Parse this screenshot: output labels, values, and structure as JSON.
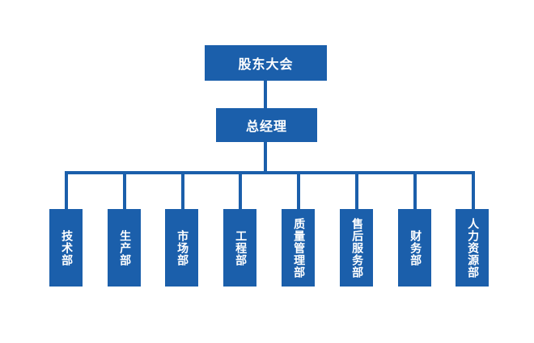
{
  "chart_data": {
    "type": "diagram",
    "subtype": "organization-chart",
    "title": "",
    "orientation": "top-down",
    "accent_color": "#1b5fab",
    "text_color": "#ffffff",
    "background_color": "#ffffff",
    "levels": 3,
    "nodes": [
      {
        "id": "n0",
        "label": "股东大会",
        "level": 0,
        "parent": null,
        "text_orientation": "horizontal"
      },
      {
        "id": "n1",
        "label": "总经理",
        "level": 1,
        "parent": "n0",
        "text_orientation": "horizontal"
      },
      {
        "id": "d0",
        "label": "技术部",
        "level": 2,
        "parent": "n1",
        "text_orientation": "vertical"
      },
      {
        "id": "d1",
        "label": "生产部",
        "level": 2,
        "parent": "n1",
        "text_orientation": "vertical"
      },
      {
        "id": "d2",
        "label": "市场部",
        "level": 2,
        "parent": "n1",
        "text_orientation": "vertical"
      },
      {
        "id": "d3",
        "label": "工程部",
        "level": 2,
        "parent": "n1",
        "text_orientation": "vertical"
      },
      {
        "id": "d4",
        "label": "质量管理部",
        "level": 2,
        "parent": "n1",
        "text_orientation": "vertical"
      },
      {
        "id": "d5",
        "label": "售后服务部",
        "level": 2,
        "parent": "n1",
        "text_orientation": "vertical"
      },
      {
        "id": "d6",
        "label": "财务部",
        "level": 2,
        "parent": "n1",
        "text_orientation": "vertical"
      },
      {
        "id": "d7",
        "label": "人力资源部",
        "level": 2,
        "parent": "n1",
        "text_orientation": "vertical"
      }
    ],
    "edges": [
      {
        "from": "n0",
        "to": "n1"
      },
      {
        "from": "n1",
        "to": "d0"
      },
      {
        "from": "n1",
        "to": "d1"
      },
      {
        "from": "n1",
        "to": "d2"
      },
      {
        "from": "n1",
        "to": "d3"
      },
      {
        "from": "n1",
        "to": "d4"
      },
      {
        "from": "n1",
        "to": "d5"
      },
      {
        "from": "n1",
        "to": "d6"
      },
      {
        "from": "n1",
        "to": "d7"
      }
    ]
  },
  "chart": {
    "root": {
      "label": "股东大会"
    },
    "manager": {
      "label": "总经理"
    },
    "departments": [
      {
        "label": "技术部"
      },
      {
        "label": "生产部"
      },
      {
        "label": "市场部"
      },
      {
        "label": "工程部"
      },
      {
        "label": "质量管理部"
      },
      {
        "label": "售后服务部"
      },
      {
        "label": "财务部"
      },
      {
        "label": "人力资源部"
      }
    ]
  }
}
